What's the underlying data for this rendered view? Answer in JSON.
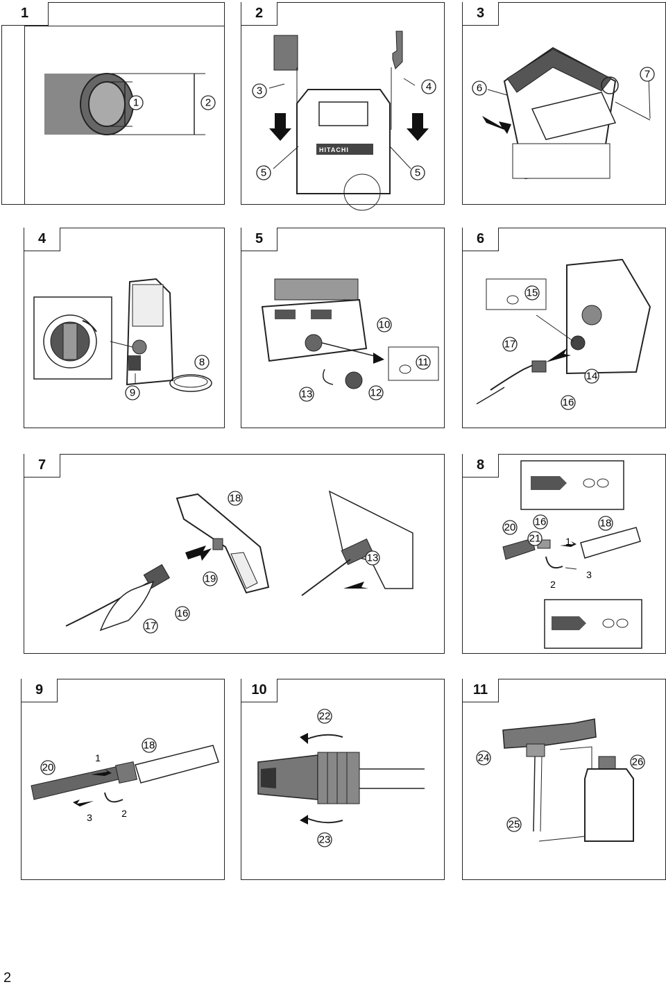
{
  "page_number": "2",
  "brand_text": "HITACHI",
  "panels": [
    {
      "number": "1",
      "callouts": [
        "1",
        "2"
      ]
    },
    {
      "number": "2",
      "callouts": [
        "3",
        "4",
        "5",
        "5"
      ]
    },
    {
      "number": "3",
      "callouts": [
        "6",
        "7"
      ]
    },
    {
      "number": "4",
      "callouts": [
        "8",
        "9"
      ]
    },
    {
      "number": "5",
      "callouts": [
        "10",
        "11",
        "12",
        "13"
      ]
    },
    {
      "number": "6",
      "callouts": [
        "14",
        "15",
        "16",
        "17"
      ]
    },
    {
      "number": "7",
      "callouts": [
        "16",
        "17",
        "18",
        "19",
        "13"
      ]
    },
    {
      "number": "8",
      "callouts": [
        "16",
        "18",
        "20",
        "21"
      ],
      "steps": [
        "1",
        "2",
        "3"
      ]
    },
    {
      "number": "9",
      "callouts": [
        "18",
        "20"
      ],
      "steps": [
        "1",
        "2",
        "3"
      ]
    },
    {
      "number": "10",
      "callouts": [
        "22",
        "23"
      ]
    },
    {
      "number": "11",
      "callouts": [
        "24",
        "25",
        "26"
      ]
    }
  ]
}
